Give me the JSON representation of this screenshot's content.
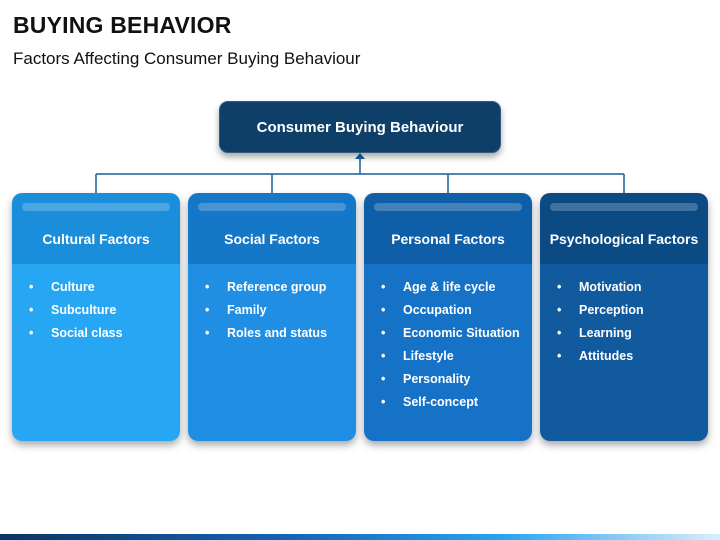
{
  "header": {
    "title": "BUYING BEHAVIOR",
    "subtitle": "Factors Affecting Consumer Buying Behaviour"
  },
  "root": {
    "label": "Consumer Buying Behaviour"
  },
  "factors": [
    {
      "title": "Cultural Factors",
      "items": [
        "Culture",
        "Subculture",
        "Social class"
      ]
    },
    {
      "title": "Social Factors",
      "items": [
        "Reference group",
        "Family",
        "Roles and status"
      ]
    },
    {
      "title": "Personal Factors",
      "items": [
        "Age & life cycle",
        "Occupation",
        "Economic Situation",
        "Lifestyle",
        "Personality",
        "Self-concept"
      ]
    },
    {
      "title": "Psychological Factors",
      "items": [
        "Motivation",
        "Perception",
        "Learning",
        "Attitudes"
      ]
    }
  ],
  "colors": {
    "root": "#0d3f69",
    "connector": "#1a5fa0",
    "cultural": "#27a6f3",
    "social": "#1f8ee3",
    "personal": "#1672c7",
    "psychological": "#115a9d"
  }
}
